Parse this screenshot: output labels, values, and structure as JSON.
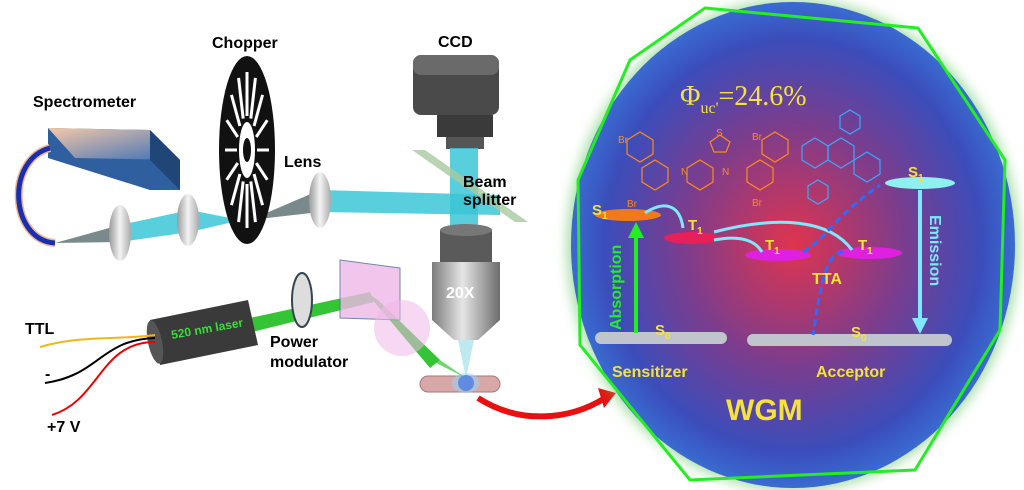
{
  "labels": {
    "spectrometer": "Spectrometer",
    "chopper": "Chopper",
    "ccd": "CCD",
    "lens": "Lens",
    "beam_splitter_1": "Beam",
    "beam_splitter_2": "splitter",
    "objective": "20X",
    "laser": "520 nm laser",
    "power_modulator_1": "Power",
    "power_modulator_2": "modulator",
    "ttl": "TTL",
    "minus": "-",
    "plus_voltage": "+7 V"
  },
  "scheme": {
    "efficiency_symbol": "Φ",
    "efficiency_sub": "uc'",
    "efficiency_value": "=24.6%",
    "sensitizer_s1": "S",
    "sensitizer_t1": "T",
    "acceptor_t1_a": "T",
    "acceptor_t1_b": "T",
    "acceptor_s1": "S",
    "sensitizer_s0": "S",
    "acceptor_s0": "S",
    "sub_1": "1",
    "sub_0": "0",
    "absorption": "Absorption",
    "emission": "Emission",
    "tta": "TTA",
    "sensitizer": "Sensitizer",
    "acceptor": "Acceptor",
    "wgm": "WGM",
    "br": "Br",
    "n": "N",
    "s": "S"
  },
  "colors": {
    "beam_cyan": "#3cc6d6",
    "laser_green": "#2ecc2e",
    "wgm_green": "#22ee22",
    "label_yellow": "#f5e23a",
    "orange_molecule": "#ff8a1a",
    "blue_molecule": "#3aa8ff"
  }
}
